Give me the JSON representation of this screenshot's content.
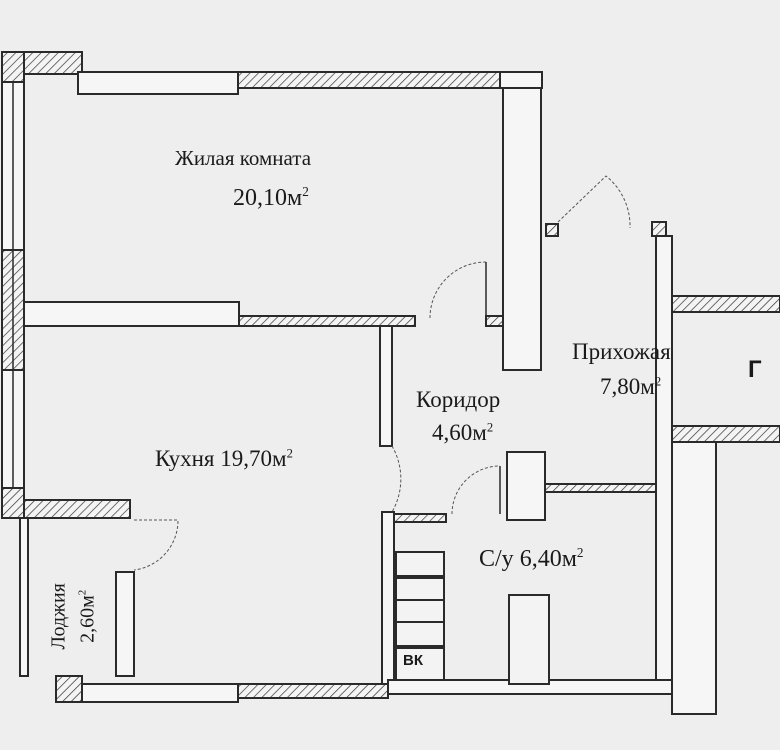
{
  "rooms": {
    "living": {
      "name": "Жилая комната",
      "area": "20,10м"
    },
    "kitchen": {
      "name": "Кухня",
      "area": "19,70м"
    },
    "corridor": {
      "name": "Коридор",
      "area": "4,60м"
    },
    "hallway": {
      "name": "Прихожая",
      "area": "7,80м"
    },
    "bathroom": {
      "name": "С/у",
      "area": "6,40м"
    },
    "loggia": {
      "name": "Лоджия",
      "area": "2,60м"
    }
  },
  "units": {
    "squared": "2"
  },
  "markers": {
    "vent": "ВК",
    "letter": "Г"
  }
}
